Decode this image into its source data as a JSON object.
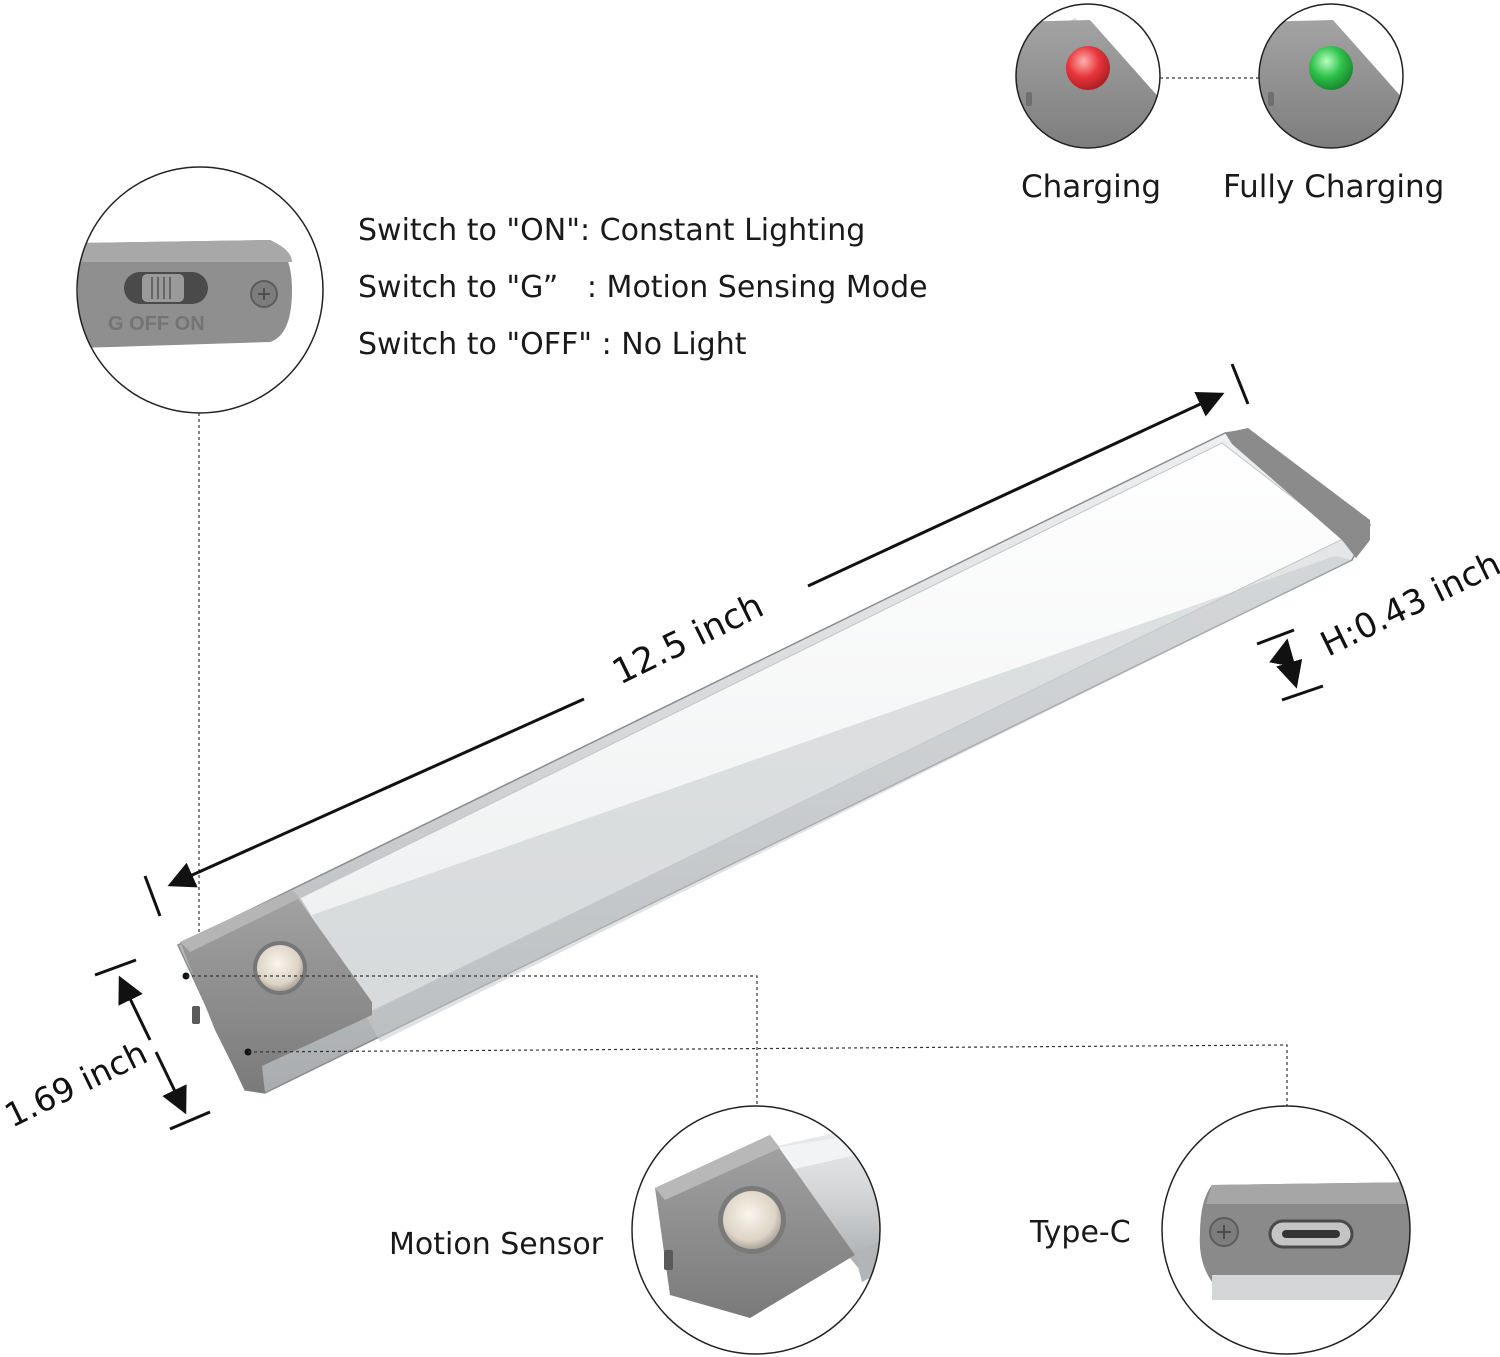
{
  "status_labels": {
    "charging": "Charging",
    "fully_charging": "Fully Charging"
  },
  "switch_modes": [
    "Switch to \"ON\": Constant Lighting",
    "Switch to \"G”   : Motion Sensing Mode",
    "Switch to \"OFF\" : No Light"
  ],
  "switch_engraving": "G OFF ON",
  "dimensions": {
    "length": "12.5 inch",
    "height": "H:0.43 inch",
    "width": "1.69 inch"
  },
  "callouts": {
    "motion_sensor": "Motion Sensor",
    "type_c": "Type-C"
  },
  "colors": {
    "charging_led": "#e8373c",
    "full_led": "#2fc24a",
    "housing_gray": "#8c8c8c",
    "aluminum": "#d2d4d6",
    "line": "#111111"
  }
}
